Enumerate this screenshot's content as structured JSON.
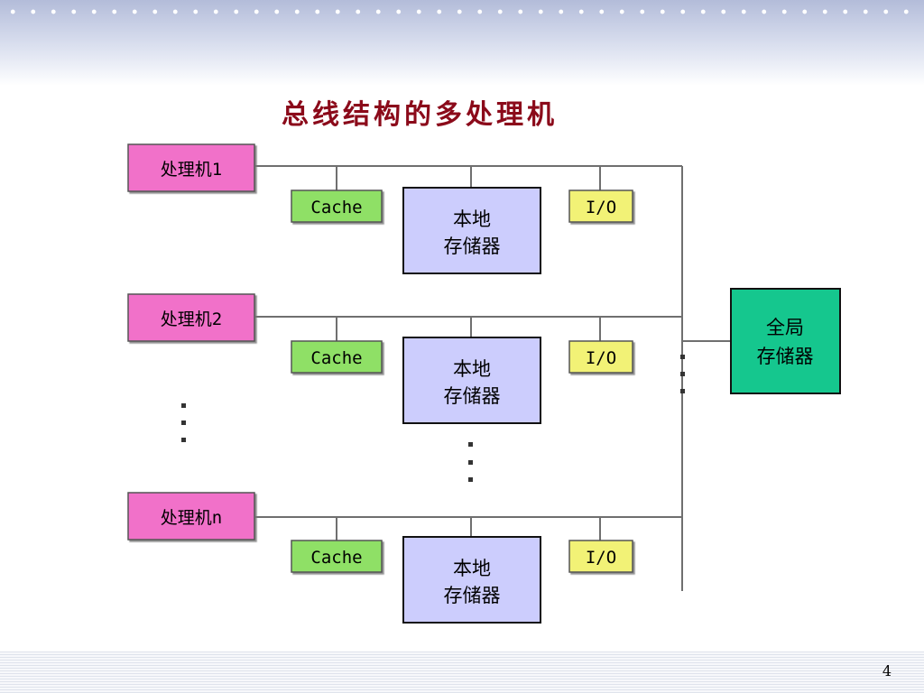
{
  "slide": {
    "title": "总线结构的多处理机",
    "page_number": "4"
  },
  "diagram": {
    "processors": [
      "处理机1",
      "处理机2",
      "处理机n"
    ],
    "cache_label": "Cache",
    "io_label": "I/O",
    "local_memory_label": [
      "本地",
      "存储器"
    ],
    "global_memory_label": [
      "全局",
      "存储器"
    ],
    "ellipsis": "⋮"
  },
  "colors": {
    "title": "#8b0a1a",
    "processor_fill": "#f171c9",
    "cache_fill": "#8fe066",
    "io_fill": "#f2f276",
    "local_memory_fill": "#cccdfd",
    "global_memory_fill": "#15c78e",
    "bus_line": "#6f6f6f"
  }
}
